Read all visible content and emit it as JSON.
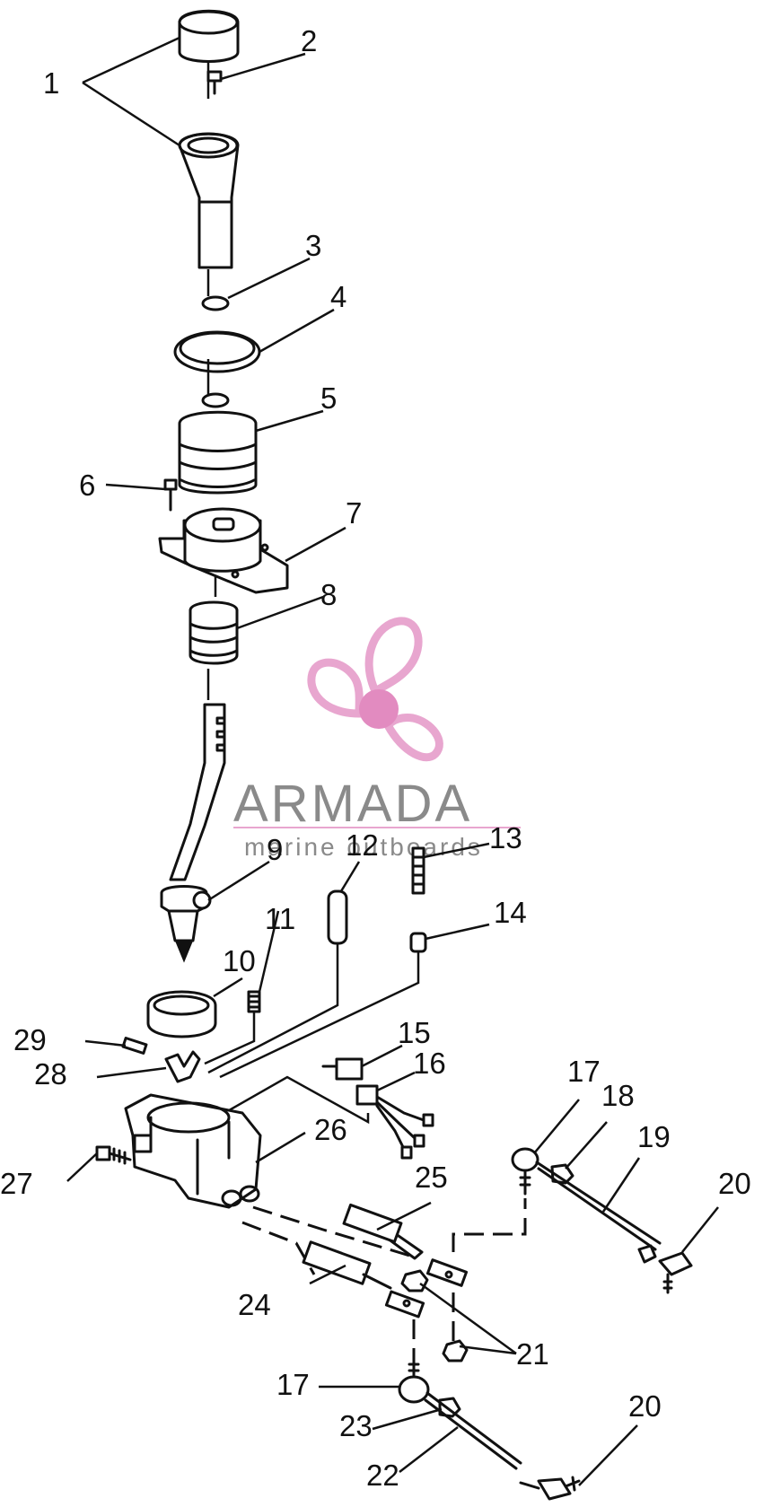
{
  "callouts": [
    {
      "id": "c1",
      "label": "1"
    },
    {
      "id": "c2",
      "label": "2"
    },
    {
      "id": "c3",
      "label": "3"
    },
    {
      "id": "c4",
      "label": "4"
    },
    {
      "id": "c5",
      "label": "5"
    },
    {
      "id": "c6",
      "label": "6"
    },
    {
      "id": "c7",
      "label": "7"
    },
    {
      "id": "c8",
      "label": "8"
    },
    {
      "id": "c9",
      "label": "9"
    },
    {
      "id": "c10",
      "label": "10"
    },
    {
      "id": "c11",
      "label": "11"
    },
    {
      "id": "c12",
      "label": "12"
    },
    {
      "id": "c13",
      "label": "13"
    },
    {
      "id": "c14",
      "label": "14"
    },
    {
      "id": "c15",
      "label": "15"
    },
    {
      "id": "c16",
      "label": "16"
    },
    {
      "id": "c17a",
      "label": "17"
    },
    {
      "id": "c17b",
      "label": "17"
    },
    {
      "id": "c18",
      "label": "18"
    },
    {
      "id": "c19",
      "label": "19"
    },
    {
      "id": "c20a",
      "label": "20"
    },
    {
      "id": "c20b",
      "label": "20"
    },
    {
      "id": "c21",
      "label": "21"
    },
    {
      "id": "c22",
      "label": "22"
    },
    {
      "id": "c23",
      "label": "23"
    },
    {
      "id": "c24",
      "label": "24"
    },
    {
      "id": "c25",
      "label": "25"
    },
    {
      "id": "c26",
      "label": "26"
    },
    {
      "id": "c27",
      "label": "27"
    },
    {
      "id": "c28",
      "label": "28"
    },
    {
      "id": "c29",
      "label": "29"
    }
  ],
  "watermark": {
    "brand": "ARMADA",
    "tagline": "marine outboards",
    "logo_icon": "propeller-icon",
    "colors": {
      "logo": "#e8a6cf",
      "logo_hub": "#e28bc0",
      "text": "#8a8a8a",
      "rule": "#e8a6cf"
    }
  },
  "colors": {
    "ink": "#111111",
    "background": "#ffffff"
  }
}
